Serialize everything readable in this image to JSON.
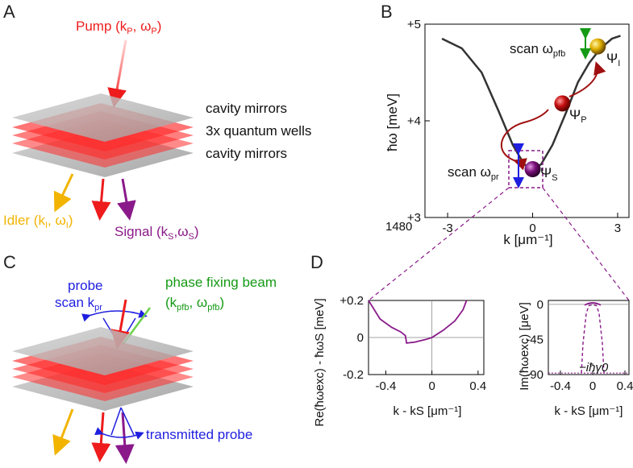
{
  "panels": {
    "a": "A",
    "b": "B",
    "c": "C",
    "d": "D"
  },
  "panel_a": {
    "pump": {
      "main": "Pump (k",
      "sub1": "P",
      "mid": ", ω",
      "sub2": "P",
      "end": ")"
    },
    "layers": [
      "cavity mirrors",
      "3x quantum wells",
      "cavity mirrors"
    ],
    "idler": {
      "main": "Idler (k",
      "sub1": "I",
      "mid": ", ω",
      "sub2": "I",
      "end": ")"
    },
    "signal": {
      "main": "Signal (k",
      "sub1": "S",
      "mid": ",ω",
      "sub2": "S",
      "end": ")"
    }
  },
  "panel_b": {
    "scan_pfb": {
      "main": "scan ω",
      "sub": "pfb"
    },
    "scan_pr": {
      "main": "scan ω",
      "sub": "pr"
    },
    "psi_i": {
      "main": "Ψ",
      "sub": "I"
    },
    "psi_p": {
      "main": "Ψ",
      "sub": "P"
    },
    "psi_s": {
      "main": "Ψ",
      "sub": "S"
    },
    "colors": {
      "curve": "#333333",
      "pump_ball": "#c41010",
      "idler_ball": "#e0b000",
      "signal_ball": "#7a0f7a",
      "arrow": "#a01010"
    }
  },
  "panel_c": {
    "probe": [
      "probe",
      "scan k"
    ],
    "probe_sub": "pr",
    "pfb": [
      "phase fixing beam",
      "(k"
    ],
    "pfb_sub1": "pfb",
    "pfb_mid": ", ω",
    "pfb_sub2": "pfb",
    "pfb_end": ")",
    "transmitted": "transmitted probe"
  },
  "chart_data": [
    {
      "type": "line",
      "panel": "B",
      "xlabel": "k [μm⁻¹]",
      "ylabel": "ħω [meV]",
      "xlim": [
        -3.8,
        3.4
      ],
      "ylim": [
        1483,
        1485
      ],
      "x_ticks": [
        "-3",
        "0",
        "3"
      ],
      "y_ticks": [
        "+3",
        "+4",
        "+5"
      ],
      "y_corner_label": "1480",
      "series": [
        {
          "x": [
            -3.2,
            -2.5,
            -1.8,
            -1.2,
            -0.7,
            -0.3,
            0,
            0.3,
            0.7,
            1.2,
            1.6,
            2.0,
            2.4,
            2.8,
            3.1
          ],
          "y": [
            1484.85,
            1484.75,
            1484.5,
            1484.1,
            1483.75,
            1483.55,
            1483.5,
            1483.55,
            1483.75,
            1484.1,
            1484.4,
            1484.6,
            1484.75,
            1484.85,
            1484.88
          ]
        }
      ],
      "points": [
        {
          "name": "S",
          "x": 0,
          "y": 1483.5
        },
        {
          "name": "P",
          "x": 1.05,
          "y": 1484.18
        },
        {
          "name": "I",
          "x": 2.3,
          "y": 1484.77
        }
      ]
    },
    {
      "type": "line",
      "panel": "D-left",
      "xlabel": "k - kS [μm⁻¹]",
      "ylabel": "Re(ħωexc) - ħωS [meV]",
      "xlim": [
        -0.55,
        0.45
      ],
      "ylim": [
        -0.2,
        0.2
      ],
      "x_ticks": [
        "-0.4",
        "0",
        "0.4"
      ],
      "y_ticks": [
        "+0.2",
        "0",
        "-0.2"
      ],
      "series": [
        {
          "x": [
            -0.55,
            -0.45,
            -0.35,
            -0.27,
            -0.23,
            -0.22,
            -0.15,
            -0.05,
            0.0,
            0.1,
            0.2,
            0.27,
            0.3
          ],
          "y": [
            0.2,
            0.1,
            0.055,
            0.03,
            0.01,
            -0.03,
            -0.025,
            -0.01,
            0.0,
            0.04,
            0.09,
            0.15,
            0.2
          ]
        }
      ]
    },
    {
      "type": "line",
      "panel": "D-right",
      "xlabel": "k - kS [μm⁻¹]",
      "ylabel": "Im(ħωexc) [μeV]",
      "xlim": [
        -0.55,
        0.45
      ],
      "ylim": [
        -90,
        5
      ],
      "x_ticks": [
        "-0.4",
        "0",
        "0.4"
      ],
      "y_ticks": [
        "0",
        "-45",
        "-90"
      ],
      "annotation": "−iħγ0",
      "series": [
        {
          "x": [
            -0.14,
            -0.12,
            -0.08,
            -0.05,
            0.0,
            0.05,
            0.08,
            0.12,
            0.14
          ],
          "y": [
            -88,
            -50,
            -12,
            -2,
            0,
            -2,
            -12,
            -50,
            -88
          ]
        }
      ]
    }
  ]
}
